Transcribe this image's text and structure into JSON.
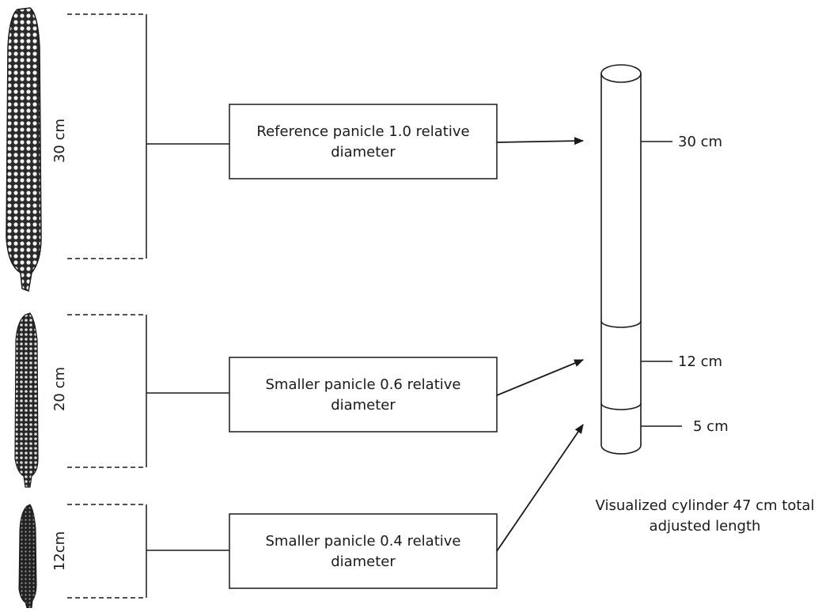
{
  "panicles": [
    {
      "size_label": "30 cm",
      "box_line1": "Reference panicle 1.0 relative",
      "box_line2": "diameter"
    },
    {
      "size_label": "20 cm",
      "box_line1": "Smaller panicle 0.6 relative",
      "box_line2": "diameter"
    },
    {
      "size_label": "12cm",
      "box_line1": "Smaller panicle 0.4 relative",
      "box_line2": "diameter"
    }
  ],
  "cylinder": {
    "marks": [
      "30 cm",
      "12 cm",
      "5 cm"
    ],
    "caption_line1": "Visualized cylinder 47 cm total",
    "caption_line2": "adjusted length"
  },
  "colors": {
    "ink": "#1a1a1a",
    "background": "#ffffff"
  }
}
